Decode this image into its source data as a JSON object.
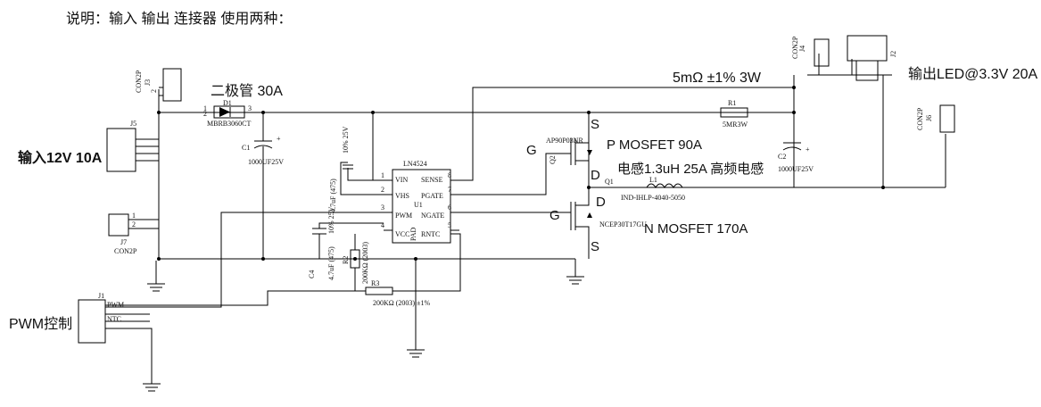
{
  "note": "说明：输入 输出 连接器 使用两种：",
  "annotations": {
    "input": "输入12V  10A",
    "diode": "二极管 30A",
    "shunt": "5mΩ ±1% 3W",
    "output": "输出LED@3.3V 20A",
    "pmos": "P MOSFET 90A",
    "inductor": "电感1.3uH 25A 高频电感",
    "nmos": "N MOSFET 170A",
    "pwm": "PWM控制",
    "s1": "S",
    "d1": "D",
    "g1": "G",
    "s2": "S",
    "d2": "D",
    "g2": "G"
  },
  "parts": {
    "j3": "CON2P",
    "j3_ref": "J3",
    "j4": "CON2P",
    "j4_ref": "J4",
    "j6": "CON2P",
    "j6_ref": "J6",
    "j7": "CON2P",
    "j7_ref": "J7",
    "j5_ref": "J5",
    "j1_ref": "J1",
    "j2_ref": "J2",
    "d_ref": "D1",
    "d_part": "MBRB3060CT",
    "c1_ref": "C1",
    "c1_val": "1000UF25V",
    "c2_ref": "C2",
    "c2_val": "1000UF25V",
    "c_vin": "10% 25V",
    "c_vin2": "10% 25V",
    "c_val": "4.7uF (475)",
    "c_val2": "4.7uF (475)",
    "c4_ref": "C4",
    "r1_ref": "R1",
    "r1_val": "5MR3W",
    "r2_ref": "R2",
    "r2_val": "200KΩ (2003)",
    "r3_ref": "R3",
    "r3_val": "200KΩ (2003) ±1%",
    "l1_ref": "L1",
    "l1_val": "IND-IHLP-4040-5050",
    "q1_ref": "Q1",
    "q2_ref": "Q2",
    "q1_part": "NCEP30T17GU",
    "q2_part": "AP90P03NR",
    "ic_name": "LN4524",
    "ic_ref": "U1",
    "pins": [
      "VIN",
      "VHS",
      "PWM",
      "VCC",
      "SENSE",
      "PGATE",
      "NGATE",
      "RNTC",
      "PAD"
    ],
    "j1_pins": [
      "PWM",
      "NTC"
    ]
  }
}
